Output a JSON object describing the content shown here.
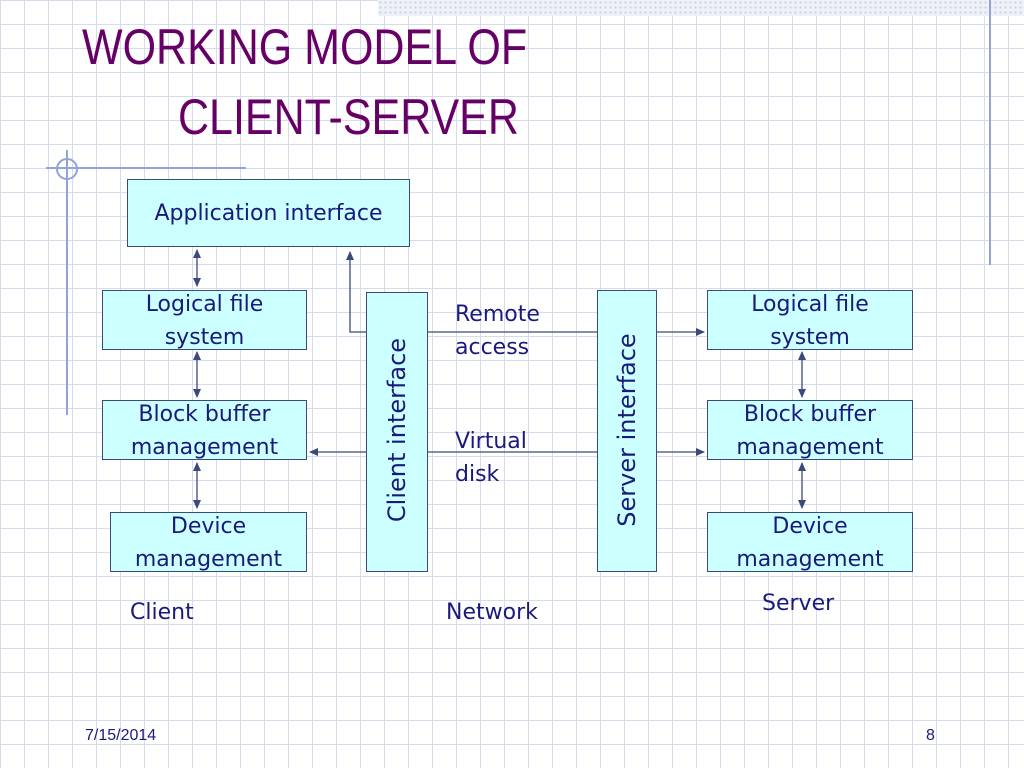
{
  "slide": {
    "title_line1": "WORKING MODEL OF",
    "title_line2": "CLIENT-SERVER",
    "date": "7/15/2014",
    "page_number": "8"
  },
  "client": {
    "application_interface": "Application interface",
    "logical_file_system": [
      "Logical file",
      "system"
    ],
    "block_buffer": [
      "Block buffer",
      "management"
    ],
    "device_management": [
      "Device",
      "management"
    ],
    "label": "Client"
  },
  "server": {
    "logical_file_system": [
      "Logical file",
      "system"
    ],
    "block_buffer": [
      "Block buffer",
      "management"
    ],
    "device_management": [
      "Device",
      "management"
    ],
    "label": "Server"
  },
  "interfaces": {
    "client_interface": "Client interface",
    "server_interface": "Server interface"
  },
  "network": {
    "remote_access": [
      "Remote",
      "access"
    ],
    "virtual_disk": [
      "Virtual",
      "disk"
    ],
    "label": "Network"
  },
  "colors": {
    "title": "#660066",
    "text": "#1a1a7a",
    "box_fill": "#ccffff",
    "line": "#3b4a7a",
    "decoration": "#93a3d6"
  }
}
